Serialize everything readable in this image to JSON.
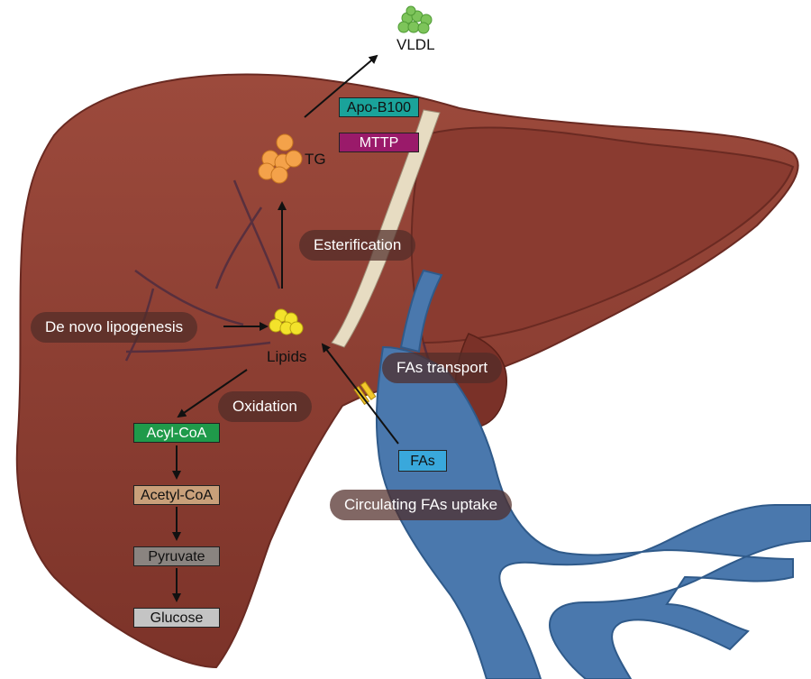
{
  "labels": {
    "vldl": "VLDL",
    "tg": "TG",
    "lipids": "Lipids"
  },
  "boxes": {
    "apo_b100": "Apo-B100",
    "mttp": "MTTP",
    "acyl_coa": "Acyl-CoA",
    "acetyl_coa": "Acetyl-CoA",
    "pyruvate": "Pyruvate",
    "glucose": "Glucose",
    "fas": "FAs"
  },
  "processes": {
    "esterification": "Esterification",
    "de_novo": "De novo lipogenesis",
    "oxidation": "Oxidation",
    "fas_transport": "FAs transport",
    "circulating_uptake": "Circulating FAs uptake"
  },
  "colors": {
    "liver": "#8e3f33",
    "liver_dark": "#6e2c24",
    "vein": "#4a78ad",
    "apo_b100": "#1aa39a",
    "mttp": "#9a1a6a",
    "acyl_coa": "#1f9a4a",
    "acetyl_coa": "#c9a07a",
    "pyruvate": "#8a8480",
    "glucose": "#c4c4c4",
    "fas": "#39a8dc",
    "tg_dots": "#f4a24a",
    "lipid_dots": "#f3e22b",
    "vldl_dots": "#7dc45a"
  }
}
